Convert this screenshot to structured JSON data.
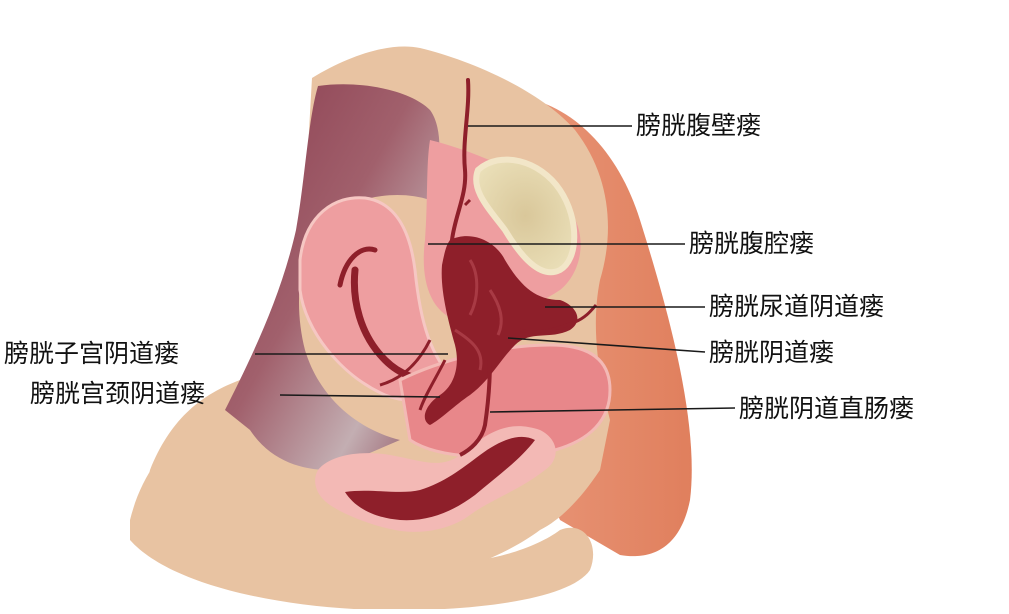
{
  "labels": {
    "bladder_abdominal_wall": "膀胱腹壁瘘",
    "bladder_peritoneal": "膀胱腹腔瘘",
    "urethrovaginal": "膀胱尿道阴道瘘",
    "vesicouterovaginal": "膀胱子宫阴道瘘",
    "vesicovaginal": "膀胱阴道瘘",
    "vesicocervicovaginal": "膀胱宫颈阴道瘘",
    "vesicovaginorectal": "膀胱阴道直肠瘘"
  },
  "colors": {
    "skin": "#e8c3a2",
    "skin_dark": "#d9a37f",
    "buttock": "#e7926a",
    "organ_pink": "#ee9ea0",
    "organ_light": "#f3b9b5",
    "tissue_dark": "#8e1f2a",
    "tissue_mid": "#a83a44",
    "bone": "#ead9a8",
    "cavity_purple": "#8a4656",
    "cavity_grey": "#c9b1b4"
  }
}
